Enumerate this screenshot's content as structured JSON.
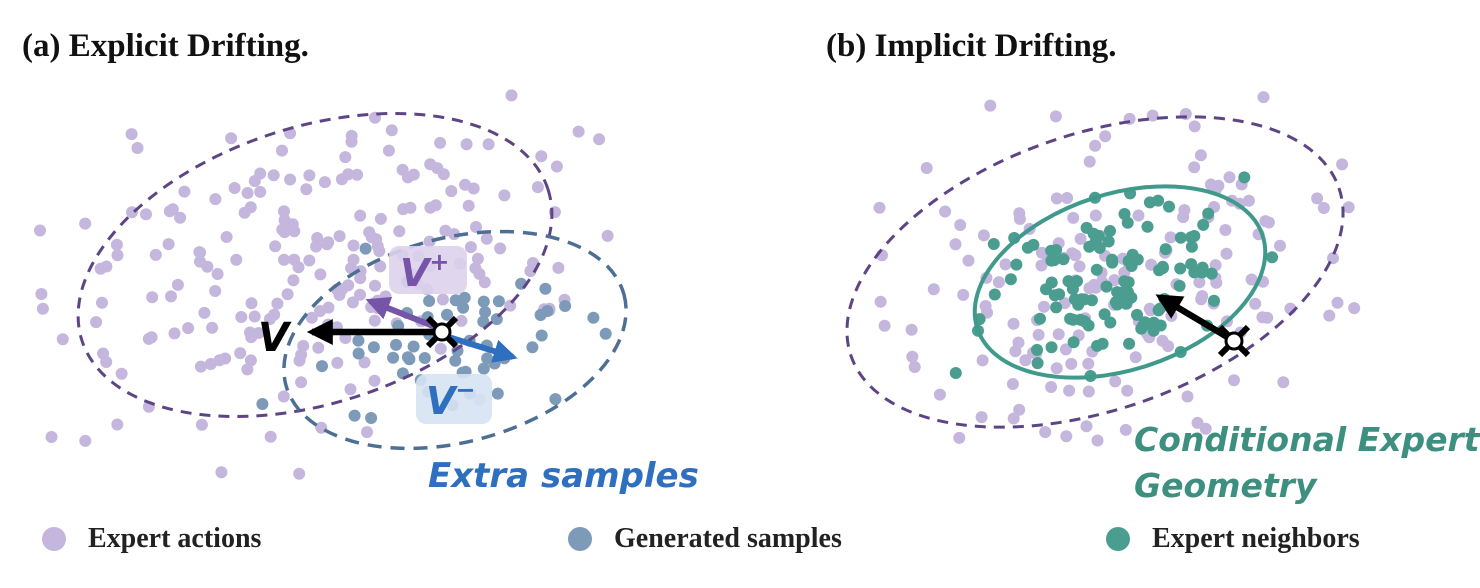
{
  "panels": {
    "a": {
      "title": "(a) Explicit Drifting."
    },
    "b": {
      "title": "(b) Implicit Drifting."
    }
  },
  "labels": {
    "v": "V",
    "v_plus": "V",
    "v_plus_sup": "+",
    "v_minus": "V",
    "v_minus_sup": "−",
    "extra_samples": "Extra samples",
    "geometry_line1": "Conditional Expert",
    "geometry_line2": "Geometry"
  },
  "legend": [
    {
      "label": "Expert actions",
      "color": "#c4b6dc"
    },
    {
      "label": "Generated samples",
      "color": "#7d9ab8"
    },
    {
      "label": "Expert neighbors",
      "color": "#4a9d8f"
    }
  ],
  "colors": {
    "expert": "#c4b6dc",
    "generated": "#7d9ab8",
    "neighbor": "#4a9d8f",
    "expert_ellipse": "#5d4485",
    "generated_ellipse": "#4e6f94",
    "neighbor_ellipse": "#3f9a8c",
    "v_plus_arrow": "#7654a8",
    "v_minus_arrow": "#2f6fbf",
    "extra_text": "#2f6fbf",
    "geometry_text": "#3d8f80"
  }
}
